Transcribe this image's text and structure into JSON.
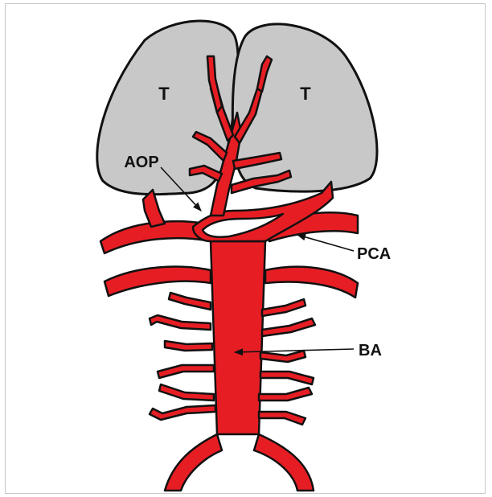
{
  "labels": {
    "thalamus_left": "T",
    "thalamus_right": "T",
    "aop": "AOP",
    "pca": "PCA",
    "ba": "BA"
  },
  "colors": {
    "vessel": "#e61e24",
    "thalamus": "#c8c8c8",
    "outline": "#111111",
    "background": "#ffffff"
  }
}
